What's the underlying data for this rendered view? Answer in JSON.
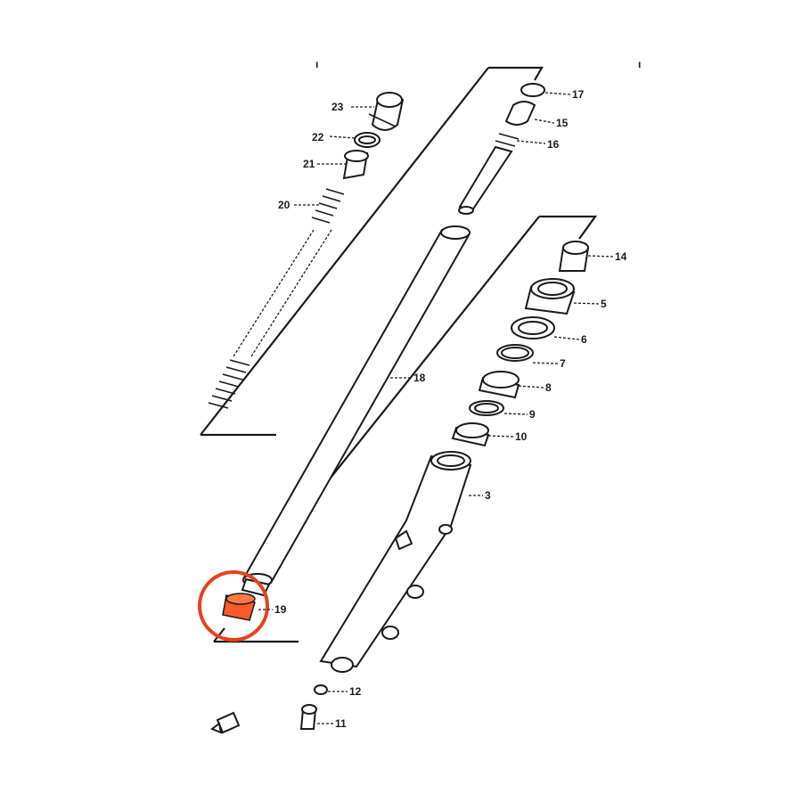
{
  "diagram": {
    "corner_marks": [
      "ı",
      "ı"
    ],
    "callouts": [
      {
        "id": "p23",
        "label": "23"
      },
      {
        "id": "p22",
        "label": "22"
      },
      {
        "id": "p21",
        "label": "21"
      },
      {
        "id": "p20",
        "label": "20"
      },
      {
        "id": "p17",
        "label": "17"
      },
      {
        "id": "p15",
        "label": "15"
      },
      {
        "id": "p16",
        "label": "16"
      },
      {
        "id": "p18",
        "label": "18"
      },
      {
        "id": "p14",
        "label": "14"
      },
      {
        "id": "p5",
        "label": "5"
      },
      {
        "id": "p6",
        "label": "6"
      },
      {
        "id": "p7",
        "label": "7"
      },
      {
        "id": "p8",
        "label": "8"
      },
      {
        "id": "p9",
        "label": "9"
      },
      {
        "id": "p10",
        "label": "10"
      },
      {
        "id": "p3",
        "label": "3"
      },
      {
        "id": "p19",
        "label": "19"
      },
      {
        "id": "p12",
        "label": "12"
      },
      {
        "id": "p11",
        "label": "11"
      }
    ],
    "highlight": {
      "part": "19",
      "color": "#e8401c",
      "fill": "#ff5a2a"
    }
  }
}
